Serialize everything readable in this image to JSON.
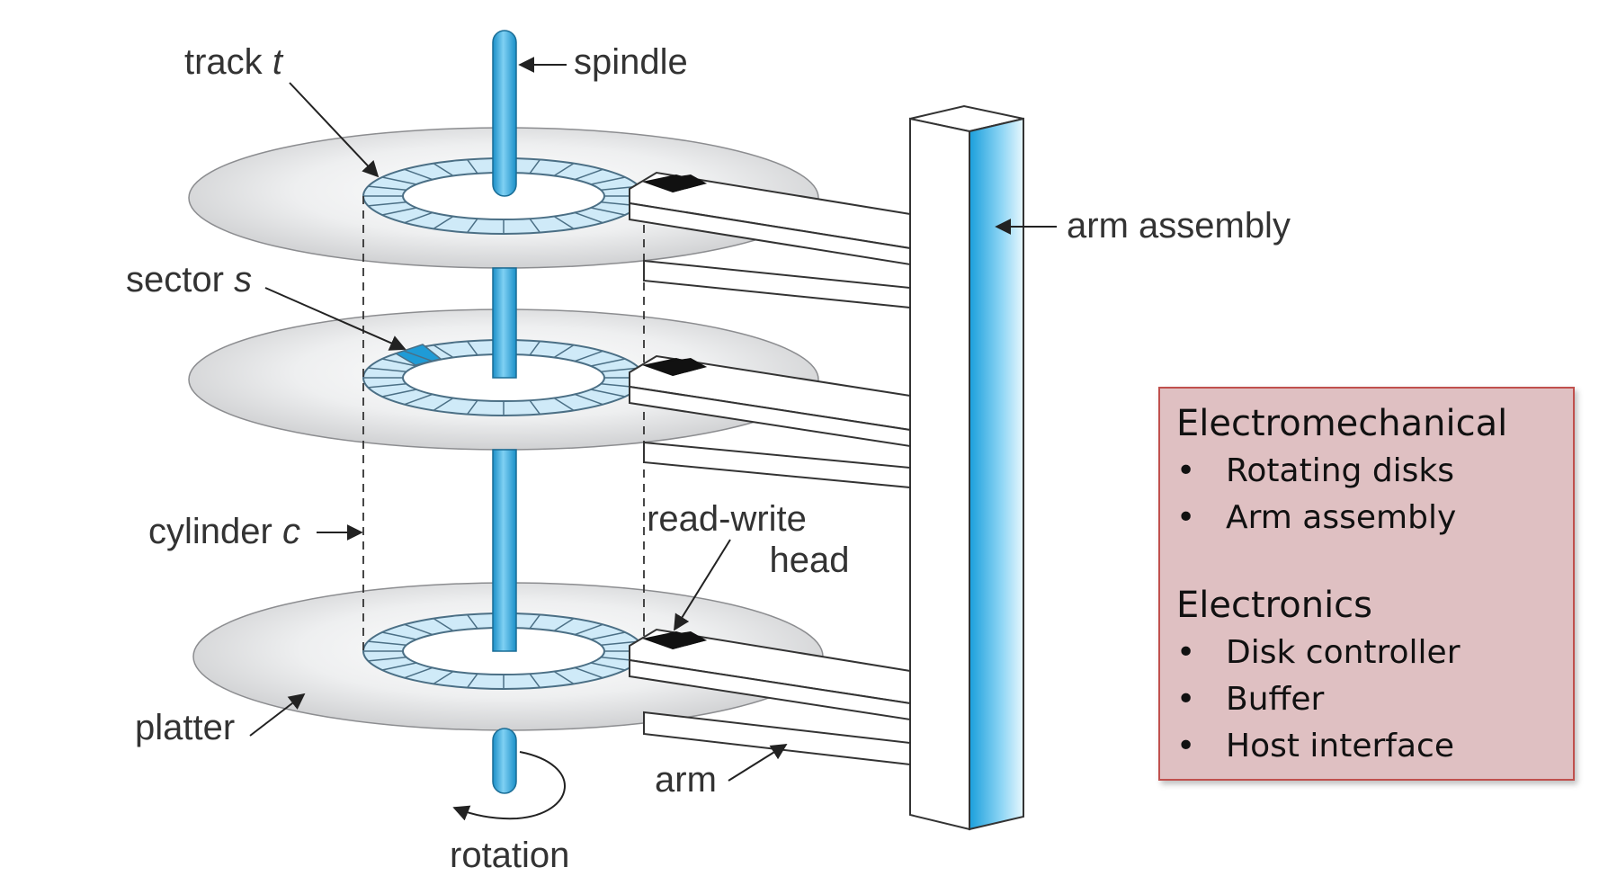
{
  "labels": {
    "track": "track",
    "track_var": "t",
    "spindle": "spindle",
    "arm_assembly": "arm assembly",
    "sector": "sector",
    "sector_var": "s",
    "cylinder": "cylinder",
    "cylinder_var": "c",
    "read_write_line1": "read-write",
    "read_write_line2": "head",
    "platter": "platter",
    "arm": "arm",
    "rotation": "rotation"
  },
  "info_box": {
    "heading_1": "Electromechanical",
    "items_1": [
      "Rotating disks",
      "Arm assembly"
    ],
    "heading_2": "Electronics",
    "items_2": [
      "Disk controller",
      "Buffer",
      "Host interface"
    ],
    "bullet": "•"
  },
  "colors": {
    "spindle": "#29a8e0",
    "track_ring": "#cfeaf8",
    "selected_sector": "#1f9bd6",
    "platter": "#d6d7d9",
    "box_fill": "#dfc0c2",
    "box_border": "#c0504d"
  }
}
